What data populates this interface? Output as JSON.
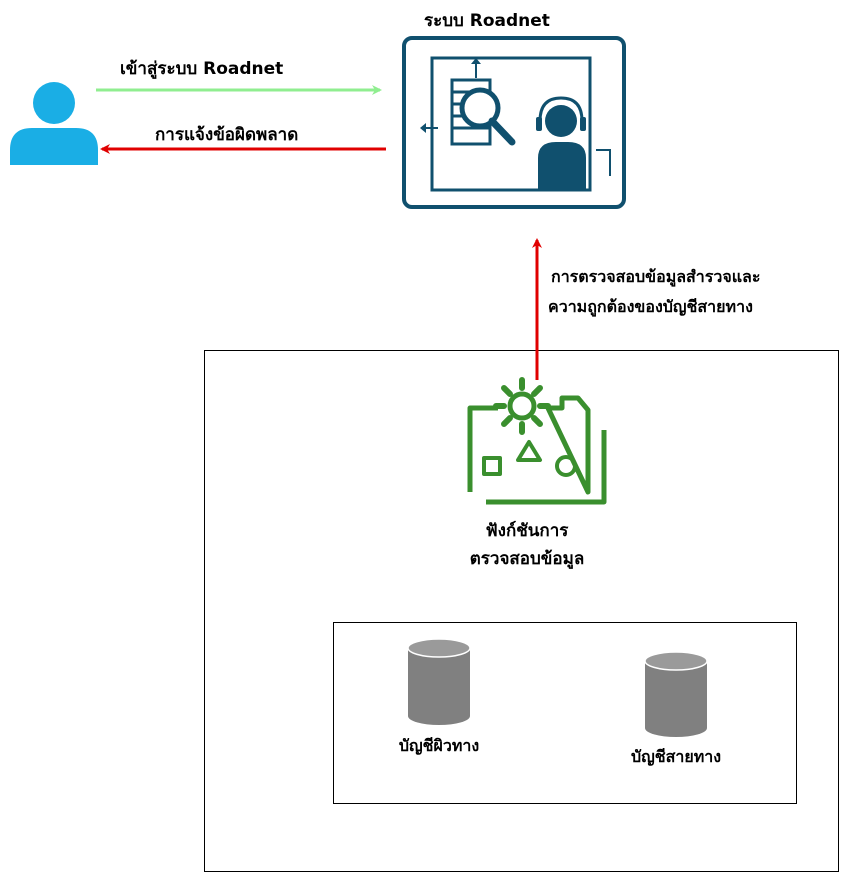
{
  "system": {
    "title": "ระบบ Roadnet"
  },
  "arrows": {
    "login": "เข้าสู่ระบบ Roadnet",
    "error": "การแจ้งข้อผิดพลาด",
    "validation_line1": "การตรวจสอบข้อมูลสำรวจและ",
    "validation_line2": "ความถูกต้องของบัญชีสายทาง"
  },
  "function": {
    "line1": "ฟังก์ชันการ",
    "line2": "ตรวจสอบข้อมูล"
  },
  "databases": [
    {
      "label": "บัญชีผิวทาง"
    },
    {
      "label": "บัญชีสายทาง"
    }
  ],
  "colors": {
    "user": "#1aaee5",
    "system_border": "#10506e",
    "arrow_in": "#90ee90",
    "arrow_out": "#e00000",
    "function_icon": "#3a8f2e",
    "database": "#808080"
  },
  "icons": {
    "user": "user-icon",
    "system": "search-support-icon",
    "function": "gear-shapes-icon",
    "database": "database-icon"
  }
}
